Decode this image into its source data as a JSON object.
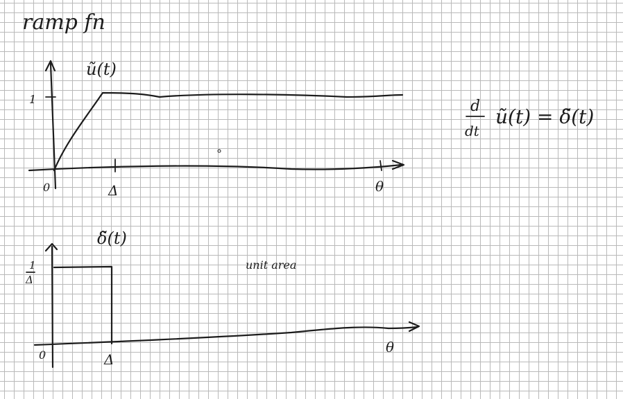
{
  "page": {
    "heading": "ramp fn"
  },
  "ramp_plot": {
    "label": "ũ(t)",
    "tick_y": "1",
    "tick_origin": "0",
    "tick_delta": "Δ",
    "tick_end": "θ"
  },
  "pulse_plot": {
    "label": "δ̃(t)",
    "tick_y_num": "1",
    "tick_y_den": "Δ",
    "tick_origin": "0",
    "tick_delta": "Δ",
    "tick_end": "θ",
    "note": "unit area"
  },
  "equation": {
    "frac_num": "d",
    "frac_den": "dt",
    "expression": "ũ(t) = δ̃(t)"
  },
  "colors": {
    "ink": "#1c1c1c",
    "grid": "#b9b9b9",
    "paper": "#ffffff"
  }
}
